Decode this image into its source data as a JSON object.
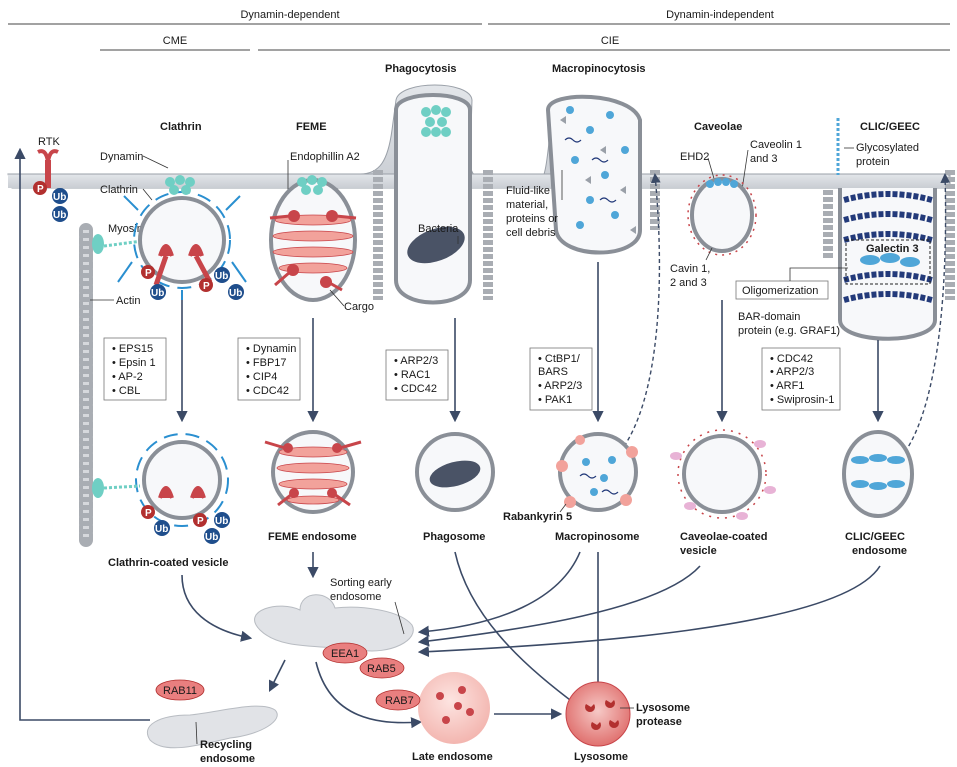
{
  "header": {
    "dynamin_dependent": "Dynamin-dependent",
    "dynamin_independent": "Dynamin-independent",
    "cme": "CME",
    "cie": "CIE"
  },
  "titles": {
    "clathrin": "Clathrin",
    "feme": "FEME",
    "phagocytosis": "Phagocytosis",
    "macropinocytosis": "Macropinocytosis",
    "caveolae": "Caveolae",
    "clic_geec": "CLIC/GEEC"
  },
  "labels": {
    "rtk": "RTK",
    "dynamin": "Dynamin",
    "clathrin": "Clathrin",
    "myosin": "Myosin",
    "actin": "Actin",
    "endophilin": "Endophillin A2",
    "cargo": "Cargo",
    "bacteria": "Bacteria",
    "fluid_1": "Fluid-like",
    "fluid_2": "material,",
    "fluid_3": "proteins or",
    "fluid_4": "cell debris",
    "ehd2": "EHD2",
    "caveolin_1": "Caveolin 1",
    "caveolin_2": "and 3",
    "cavin_1": "Cavin 1,",
    "cavin_2": "2 and 3",
    "glyco_1": "Glycosylated",
    "glyco_2": "protein",
    "galectin": "Galectin 3",
    "oligomerization": "Oligomerization",
    "bar_1": "BAR-domain",
    "bar_2": "protein (e.g. GRAF1)",
    "rabankyrin": "Rabankyrin 5",
    "sorting_1": "Sorting early",
    "sorting_2": "endosome",
    "eea1": "EEA1",
    "rab5": "RAB5",
    "rab11": "RAB11",
    "rab7": "RAB7",
    "recycling_1": "Recycling",
    "recycling_2": "endosome",
    "late_endosome": "Late endosome",
    "lysosome": "Lysosome",
    "lyso_protease_1": "Lysosome",
    "lyso_protease_2": "protease",
    "p": "P",
    "ub": "Ub"
  },
  "factor_lists": {
    "clathrin": [
      "EPS15",
      "Epsin 1",
      "AP-2",
      "CBL"
    ],
    "feme": [
      "Dynamin",
      "FBP17",
      "CIP4",
      "CDC42"
    ],
    "phagocytosis": [
      "ARP2/3",
      "RAC1",
      "CDC42"
    ],
    "macropinocytosis": [
      "CtBP1/",
      "BARS",
      "ARP2/3",
      "PAK1"
    ],
    "clic_geec": [
      "CDC42",
      "ARP2/3",
      "ARF1",
      "Swiprosin-1"
    ]
  },
  "vesicles": {
    "clathrin_coated": "Clathrin-coated vesicle",
    "feme_endosome": "FEME endosome",
    "phagosome": "Phagosome",
    "macropinosome": "Macropinosome",
    "caveolae_coated_1": "Caveolae-coated",
    "caveolae_coated_2": "vesicle",
    "clic_endosome_1": "CLIC/GEEC",
    "clic_endosome_2": "endosome"
  },
  "colors": {
    "membrane": "#d4d7dc",
    "membrane_edge": "#8a8f97",
    "clathrin_blue": "#2a8fd0",
    "dynamin_teal": "#6fcfc4",
    "red": "#c8454a",
    "ub_blue": "#1f4e8c",
    "salmon": "#f2a29b",
    "navy": "#233a7a",
    "light_blue": "#4fa6d8",
    "bacteria": "#4a5366",
    "actin": "#c0c4ca"
  }
}
